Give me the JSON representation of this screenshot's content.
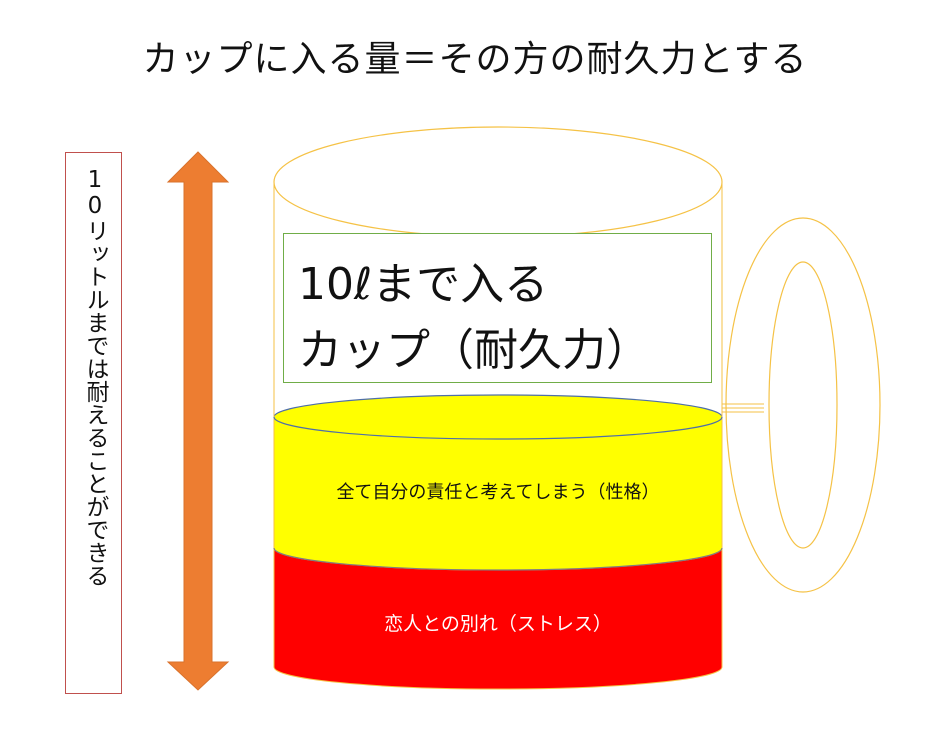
{
  "title": "カップに入る量＝その方の耐久力とする",
  "side_label": "10リットルまでは耐えることができる",
  "cup_label": {
    "line1": "10ℓまで入る",
    "line2": "カップ（耐久力）"
  },
  "layers": {
    "yellow": "全て自分の責任と考えてしまう（性格）",
    "red": "恋人との別れ（ストレス）"
  },
  "colors": {
    "arrow": "#ed7d31",
    "cup_outline": "#f5c246",
    "yellow_fill": "#ffff00",
    "red_fill": "#ff0000",
    "label_border": "#70ad47",
    "side_border": "#c0504d"
  }
}
